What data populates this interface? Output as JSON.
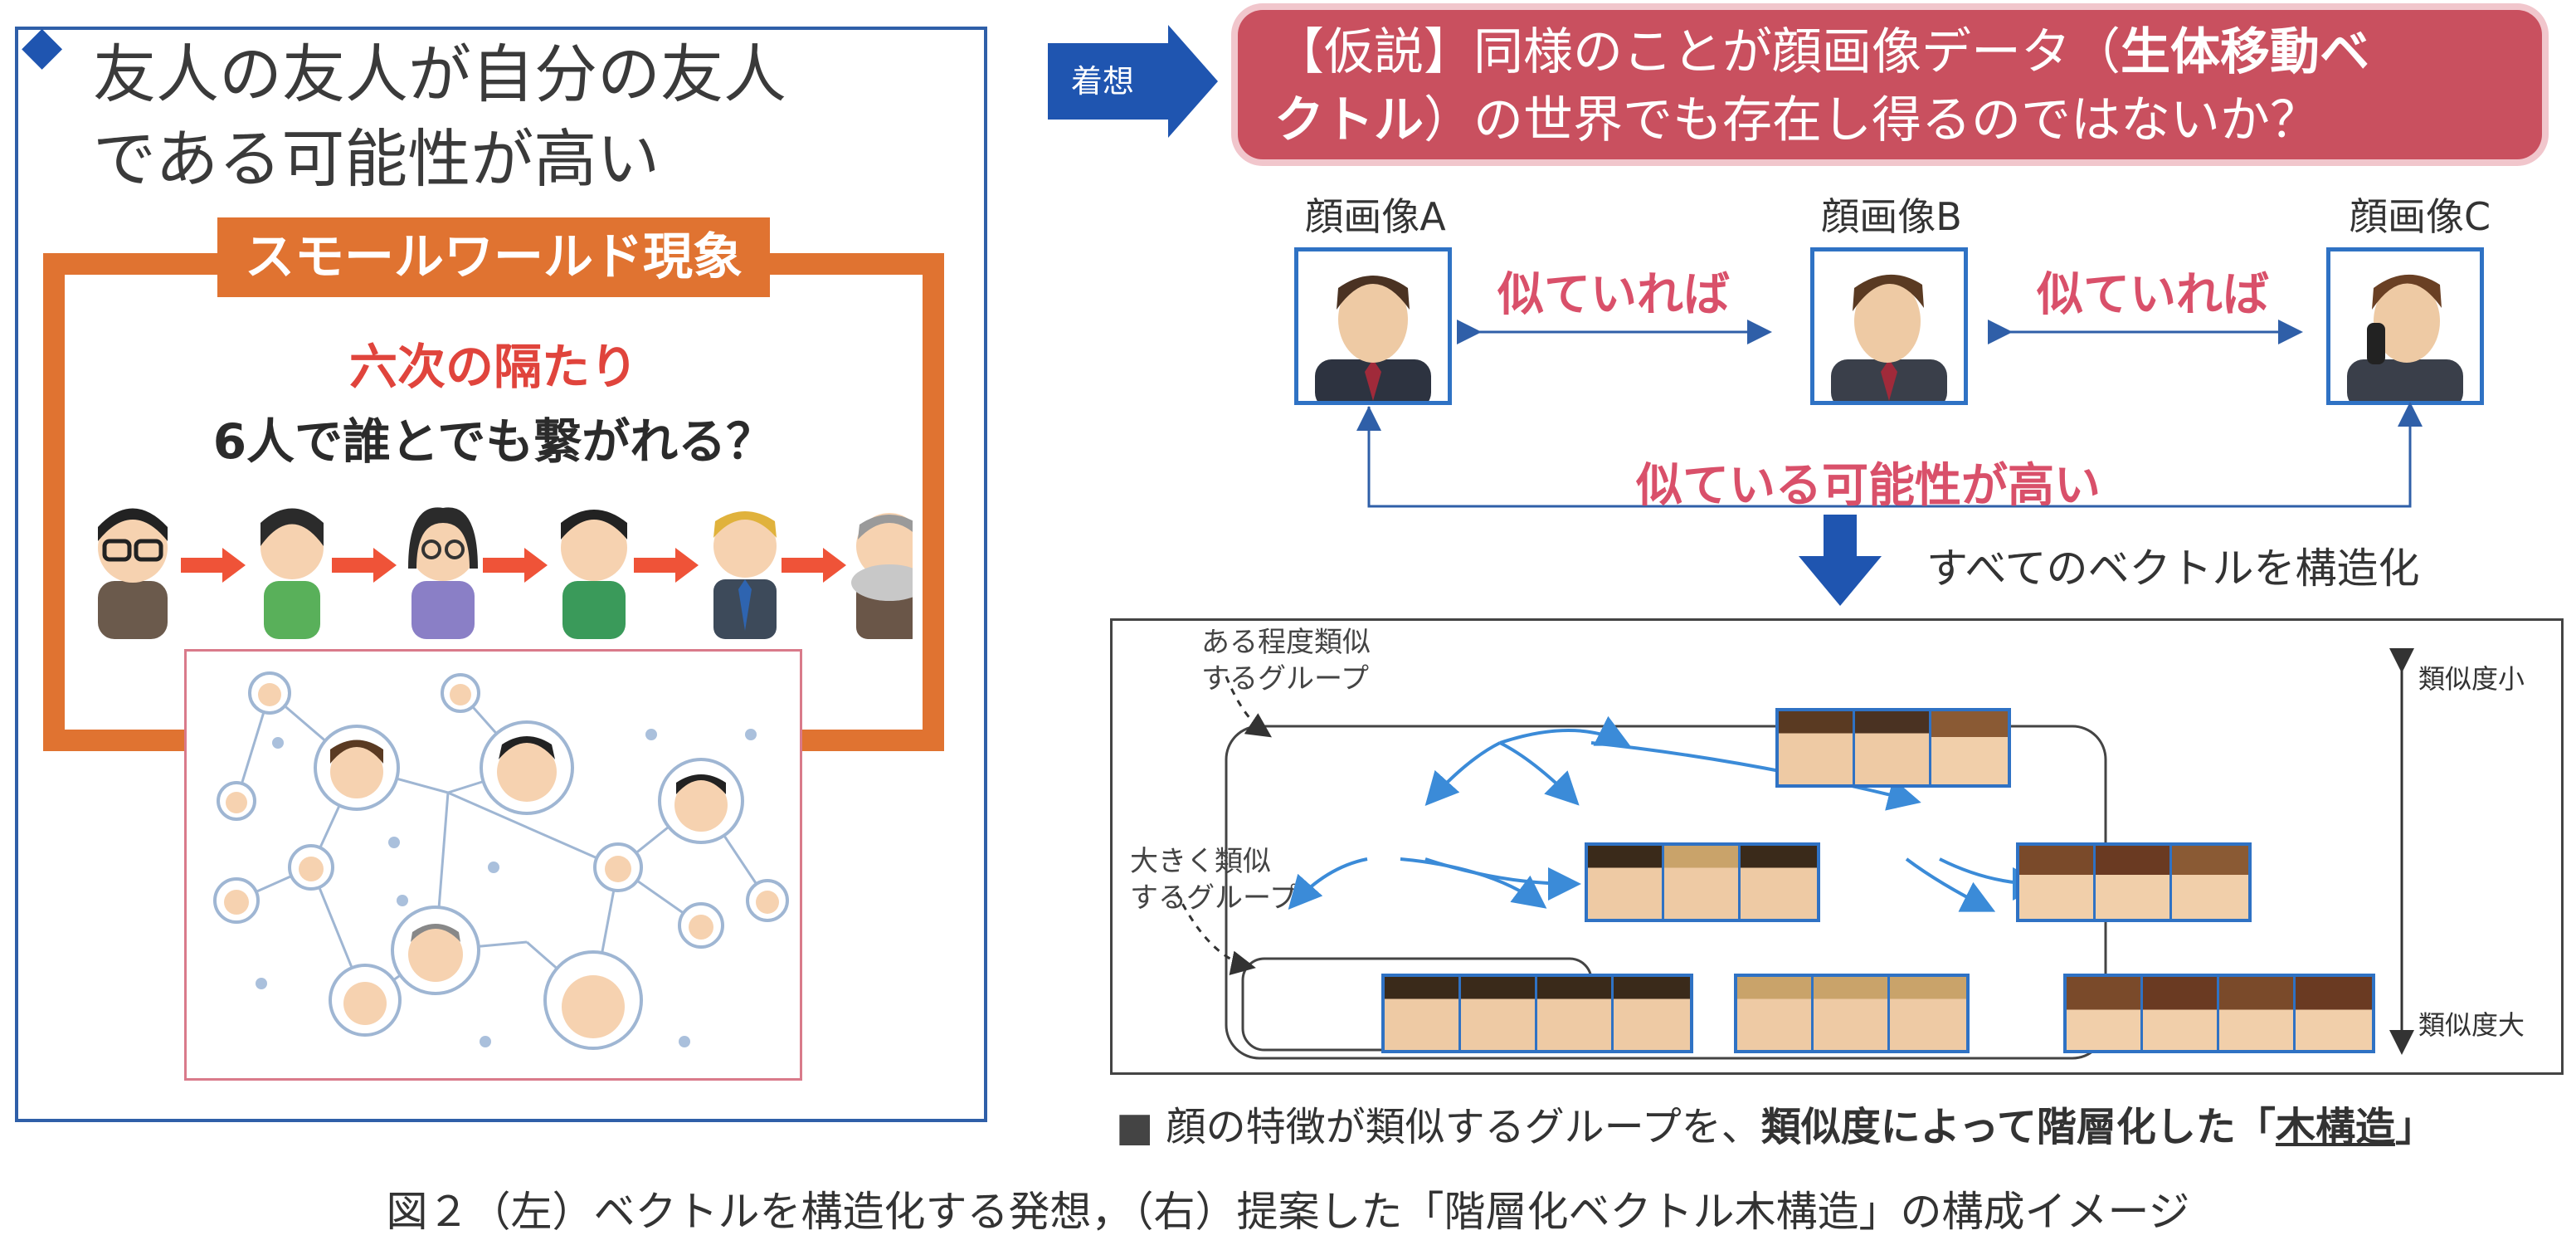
{
  "left": {
    "bullet": "◆",
    "point_line1": "友人の友人が自分の友人",
    "point_line2": "である可能性が高い",
    "small_world_label": "スモールワールド現象",
    "six_degrees": "六次の隔たり",
    "six_question": "6人で誰とでも繋がれる？"
  },
  "right": {
    "idea_tag": "着想",
    "hypothesis_prefix": "【仮説】同様のことが顔画像データ（",
    "hypothesis_bold1": "生体移動ベ",
    "hypothesis_bold2": "クトル",
    "hypothesis_suffix": "）の世界でも存在し得るのではないか？",
    "faces": [
      {
        "label": "顔画像A"
      },
      {
        "label": "顔画像B"
      },
      {
        "label": "顔画像C"
      }
    ],
    "similar_if": "似ていれば",
    "likely_similar": "似ている可能性が高い",
    "structure_all": "すべてのベクトルを構造化",
    "tree": {
      "note_somewhat": "ある程度類似\nするグループ",
      "note_somewhat_l1": "ある程度類似",
      "note_somewhat_l2": "するグループ",
      "note_large_l1": "大きく類似",
      "note_large_l2": "するグループ",
      "scale_small": "類似度小",
      "scale_large": "類似度大"
    },
    "caption_pre": "顔の特徴が類似するグループを、",
    "caption_bold": "類似度によって階層化した",
    "caption_q_open": "「",
    "caption_underlined": "木構造",
    "caption_q_close": "」",
    "caption_square": "■"
  },
  "figure_caption": "図２（左）ベクトルを構造化する発想，（右）提案した「階層化ベクトル木構造」の構成イメージ",
  "colors": {
    "blue": "#1f55b0",
    "orange": "#e07331",
    "red_text": "#e0443c",
    "pink": "#c9505f",
    "similar_pink": "#d9506a",
    "box_blue": "#2f72c4"
  }
}
